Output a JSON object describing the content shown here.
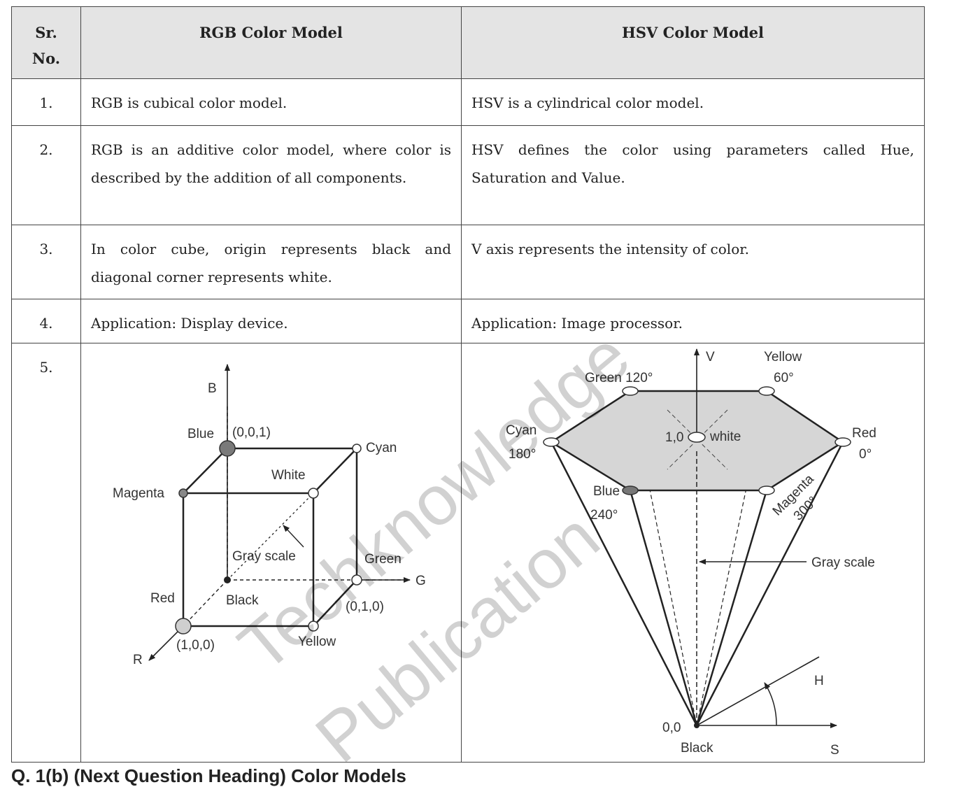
{
  "table": {
    "headers": {
      "sr": "Sr. No.",
      "rgb": "RGB Color Model",
      "hsv": "HSV Color Model"
    },
    "rows": [
      {
        "sr": "1.",
        "rgb": "RGB is cubical color model.",
        "hsv": "HSV is a cylindrical color model."
      },
      {
        "sr": "2.",
        "rgb": "RGB is an additive color model, where color is described by the addition of all components.",
        "hsv": "HSV defines the color using parameters called Hue, Saturation and Value."
      },
      {
        "sr": "3.",
        "rgb": "In color cube, origin represents black and diagonal corner represents white.",
        "hsv": "V axis represents the intensity of color."
      },
      {
        "sr": "4.",
        "rgb": "Application: Display device.",
        "hsv": "Application: Image processor."
      },
      {
        "sr": "5."
      }
    ]
  },
  "rgb_diagram": {
    "axis_b": "B",
    "axis_g": "G",
    "axis_r": "R",
    "blue": "Blue",
    "blue_coord": "(0,0,1)",
    "cyan": "Cyan",
    "white": "White",
    "magenta": "Magenta",
    "gray_scale": "Gray scale",
    "green": "Green",
    "red": "Red",
    "black": "Black",
    "green_coord": "(0,1,0)",
    "red_coord": "(1,0,0)",
    "yellow": "Yellow"
  },
  "hsv_diagram": {
    "axis_v": "V",
    "yellow": "Yellow",
    "yellow_deg": "60°",
    "green": "Green 120°",
    "cyan": "Cyan",
    "cyan_deg": "180°",
    "white_coord": "1,0",
    "white": "white",
    "red": "Red",
    "red_deg": "0°",
    "blue": "Blue",
    "blue_deg": "240°",
    "magenta": "Magenta",
    "magenta_deg": "300°",
    "gray_scale": "Gray scale",
    "h": "H",
    "origin": "0,0",
    "black": "Black",
    "s": "S"
  },
  "watermark": {
    "line1": "Techknowledge",
    "line2": "Publication"
  },
  "footer": "Q. 1(b) (Next Question Heading) Color Models"
}
